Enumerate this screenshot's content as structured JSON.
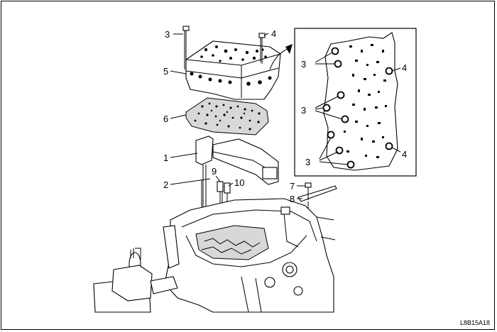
{
  "diagram": {
    "figure_code": "L8B15A18",
    "callouts": {
      "c1": "1",
      "c2": "2",
      "c3_top": "3",
      "c3_detail_a": "3",
      "c3_detail_b": "3",
      "c3_detail_c": "3",
      "c4_top": "4",
      "c4_detail_a": "4",
      "c4_detail_b": "4",
      "c5": "5",
      "c6": "6",
      "c7": "7",
      "c8": "8",
      "c9": "9",
      "c10": "10"
    },
    "colors": {
      "line": "#000000",
      "background": "#ffffff",
      "shading": "#d8d8d8"
    }
  }
}
